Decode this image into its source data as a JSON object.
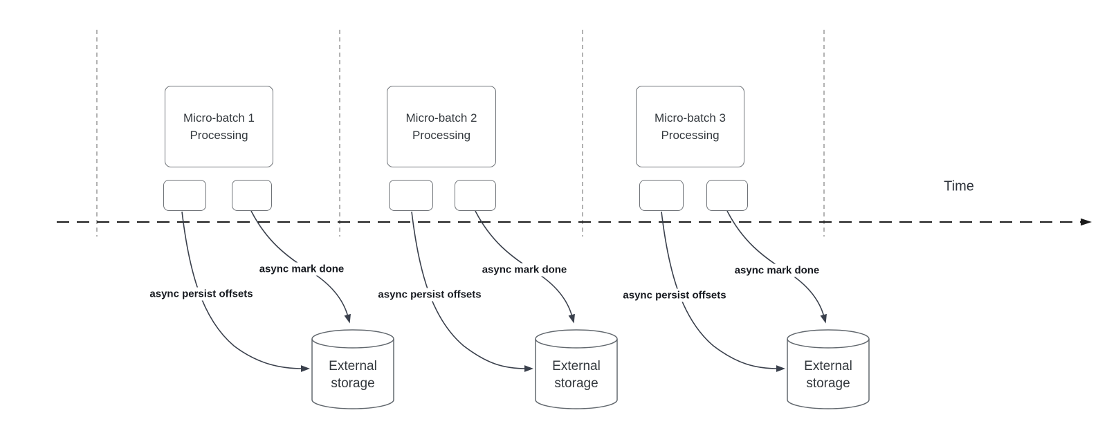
{
  "diagram": {
    "time_label": "Time",
    "clusters": [
      {
        "title": "Micro-batch 1 Processing",
        "persist_label": "async persist offsets",
        "done_label": "async mark done",
        "storage_label": "External storage"
      },
      {
        "title": "Micro-batch 2 Processing",
        "persist_label": "async persist offsets",
        "done_label": "async mark done",
        "storage_label": "External storage"
      },
      {
        "title": "Micro-batch 3 Processing",
        "persist_label": "async persist offsets",
        "done_label": "async mark done",
        "storage_label": "External storage"
      }
    ],
    "colors": {
      "background": "#ffffff",
      "shape_border": "#6e7277",
      "shape_text": "#33383d",
      "edge_label_text": "#16191f",
      "arrow": "#3a404c",
      "timeline": "#1a1a1a",
      "gridline": "#aaaaaa"
    }
  }
}
